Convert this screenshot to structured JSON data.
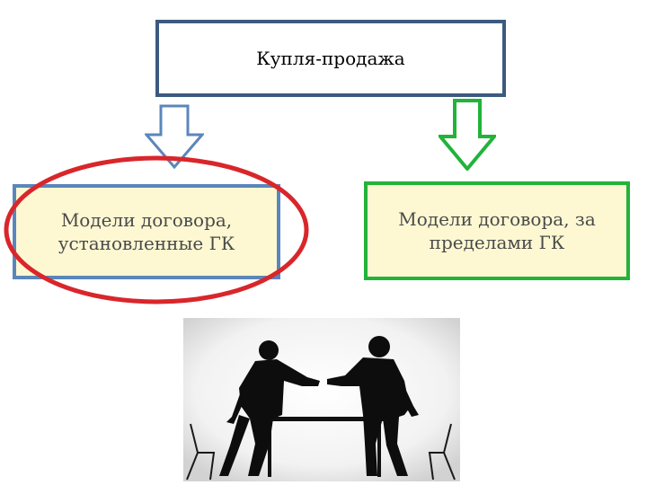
{
  "diagram": {
    "root": {
      "label": "Купля-продажа",
      "border_color": "#3c5a80"
    },
    "children": [
      {
        "label_line1": "Модели договора,",
        "label_line2": "установленные ГК",
        "border_color": "#5b86bb",
        "fill_color": "#fdf8d2",
        "highlighted": true,
        "highlight_color": "#d9262b"
      },
      {
        "label_line1": "Модели договора, за",
        "label_line2": "пределами ГК",
        "border_color": "#22b33a",
        "fill_color": "#fdf8d2",
        "highlighted": false
      }
    ],
    "arrow_colors": {
      "left": "#5b86bb",
      "right": "#22b33a"
    }
  },
  "illustration": {
    "icon": "handshake-silhouette-icon"
  }
}
